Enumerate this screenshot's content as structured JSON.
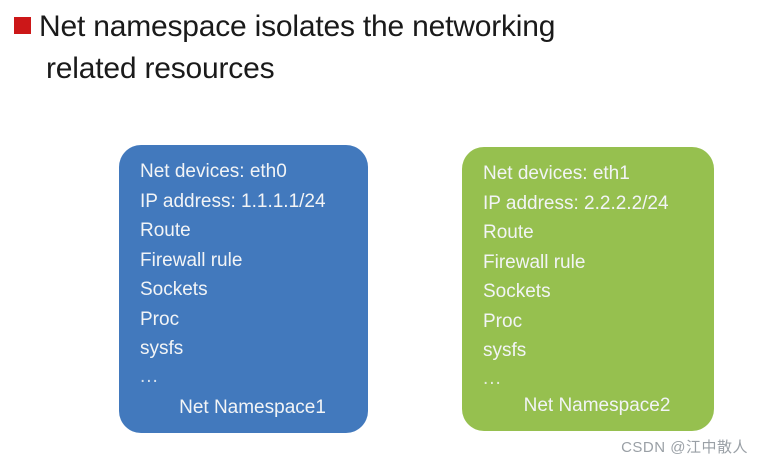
{
  "slide": {
    "background_color": "#ffffff",
    "title": {
      "bullet_icon": "red-square-bullet",
      "bullet_color": "#CC1718",
      "line1": "Net namespace isolates the networking",
      "line2": "related resources"
    },
    "namespaces": [
      {
        "id": "net-namespace-1",
        "fill_color": "#4279BD",
        "text_color": "#F2F4F6",
        "lines": [
          "Net devices: eth0",
          "IP address: 1.1.1.1/24",
          "Route",
          "Firewall rule",
          "Sockets",
          "Proc",
          "sysfs"
        ],
        "ellipsis": "...",
        "footer_label": "Net Namespace1"
      },
      {
        "id": "net-namespace-2",
        "fill_color": "#96C04F",
        "text_color": "#F2F4F6",
        "lines": [
          "Net devices: eth1",
          "IP address: 2.2.2.2/24",
          "Route",
          "Firewall rule",
          "Sockets",
          "Proc",
          "sysfs"
        ],
        "ellipsis": "...",
        "footer_label": "Net Namespace2"
      }
    ],
    "watermark": "CSDN @江中散人"
  }
}
